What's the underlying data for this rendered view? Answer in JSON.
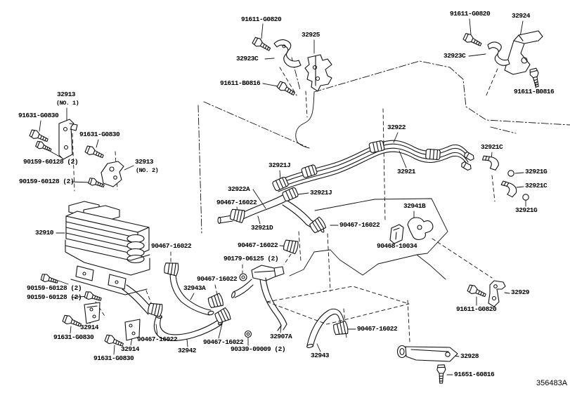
{
  "colors": {
    "line": "#111111",
    "background": "#ffffff",
    "text": "#000000"
  },
  "labels": {
    "top_left": {
      "bolt": "91611-G0820",
      "bracket": "32925",
      "clip": "32923C",
      "bolt2": "91611-B0816"
    },
    "top_right": {
      "bolt": "91611-G0820",
      "bracket": "32924",
      "clip": "32923C",
      "bolt2": "91611-B0816"
    },
    "left": {
      "no1": "32913",
      "no1_sub": "(NO. 1)",
      "no1_bolt": "91631-G0830",
      "no2_bolt": "91631-G0830",
      "no1_screw": "90159-60128 (2)",
      "no2": "32913",
      "no2_sub": "(NO. 2)",
      "no2_screw": "90159-60128 (2)"
    },
    "tubes": {
      "assy": "32922",
      "c1": "32921C",
      "j1": "32921J",
      "g1": "32921G",
      "main": "32921",
      "c2": "32921C",
      "hose_a": "32922A",
      "j2": "32921J",
      "clamp1": "90467-16022",
      "g2": "32921G",
      "clip_b": "32941B",
      "clamp2": "90467-16022",
      "tube_d": "32921D"
    },
    "center": {
      "cooler": "32910",
      "clamp3": "90467-16022",
      "clamp4": "90467-16022",
      "retainer": "90468-10034",
      "grommet1": "90179-06125 (2)",
      "clamp5": "90467-16022",
      "hose43a": "32943A",
      "screw1": "90159-60128 (2)",
      "screw2": "90159-60128 (2)"
    },
    "bottom_left": {
      "bracket14a": "32914",
      "bolt14a": "91631-G0830",
      "clamp6": "90467-16022",
      "bracket14b": "32914",
      "bolt14b": "91631-G0830",
      "clamp7": "90467-16022",
      "hose42": "32942",
      "grommet2": "90339-09009 (2)",
      "pipe07a": "32907A",
      "hose43": "32943"
    },
    "bottom_right": {
      "bracket29": "32929",
      "bolt29": "91611-G0820",
      "clamp8": "90467-16022",
      "bracket28": "32928",
      "bolt28": "91651-60816"
    },
    "footer": {
      "figure_code": "356483A"
    }
  }
}
